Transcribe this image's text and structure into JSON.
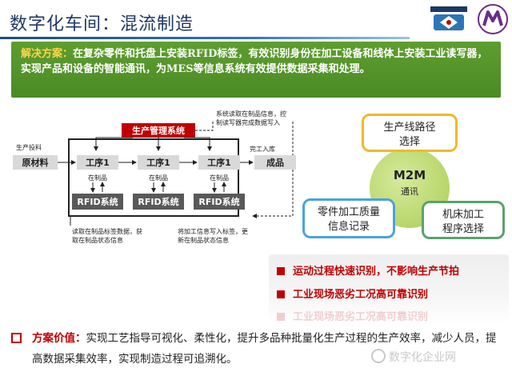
{
  "header": {
    "title": "数字化车间：混流制造"
  },
  "solution": {
    "label": "解决方案：",
    "text": "在复杂零件和托盘上安装RFID标签，有效识别身份在加工设备和线体上安装工业读写器，实现产品和设备的智能通讯，为MES等信息系统有效提供数据采集和处理。"
  },
  "diagram": {
    "mes_note": "系统读取在制品信息，控制读写器完成数据写入",
    "mes_box": "生产管理系统",
    "input_note": "生产投料",
    "output_note": "完工入库",
    "raw_material": "原材料",
    "product": "成品",
    "process_labels": [
      "工序1",
      "工序1",
      "工序1"
    ],
    "wip_labels": [
      "在制品",
      "在制品",
      "在制品"
    ],
    "rfid_labels": [
      "RFID系统",
      "RFID系统",
      "RFID系统"
    ],
    "read_note_1": "读取在制品标签数据，获",
    "read_note_2": "取在制品状态信息",
    "write_note_1": "将加工信息写入标签，更",
    "write_note_2": "新在制品状态信息",
    "colors": {
      "mes_red": "#c00000",
      "box_gray": "#d9d9d9",
      "dark_fill": "#595959"
    }
  },
  "m2m": {
    "title": "M2M",
    "subtitle": "通讯",
    "route_line1": "生产线路径",
    "route_line2": "选择",
    "quality_line1": "零件加工质量",
    "quality_line2": "信息记录",
    "program_line1": "机床加工",
    "program_line2": "程序选择"
  },
  "highlights": [
    "运动过程快速识别，不影响生产节拍",
    "工业现场恶劣工况高可靠识别",
    "工业现场恶劣工况高可靠识别"
  ],
  "value": {
    "label": "方案价值：",
    "text": "实现工艺指导可视化、柔性化，提升多品种批量化生产过程的生产效率，减少人员，提高数据采集效率，实现制造过程可追溯化。"
  },
  "watermark": {
    "text": "数字化企业网"
  }
}
